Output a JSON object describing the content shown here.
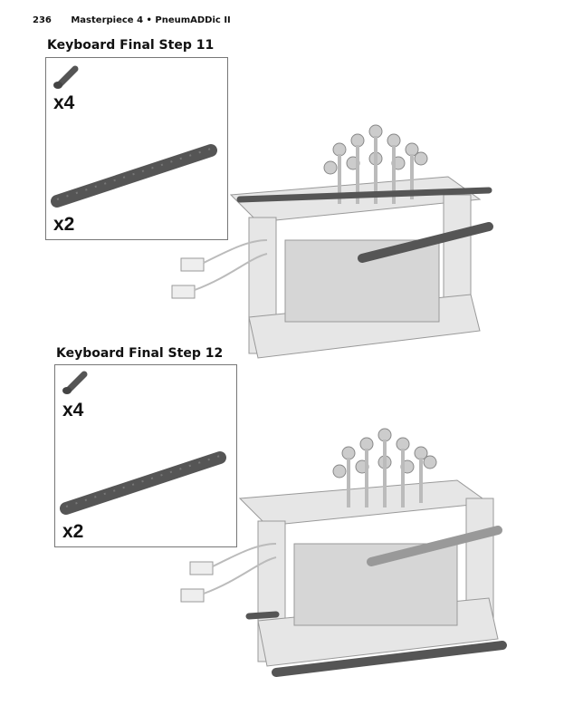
{
  "header": {
    "page_number": "236",
    "running_title": "Masterpiece 4 • PneumADDic II"
  },
  "steps": [
    {
      "title": "Keyboard Final Step 11",
      "parts": [
        {
          "name": "axle-pin",
          "qty": "x4"
        },
        {
          "name": "15-hole-beam",
          "qty": "x2"
        }
      ]
    },
    {
      "title": "Keyboard Final Step 12",
      "parts": [
        {
          "name": "axle-pin",
          "qty": "x4"
        },
        {
          "name": "15-hole-beam",
          "qty": "x2"
        }
      ]
    }
  ]
}
